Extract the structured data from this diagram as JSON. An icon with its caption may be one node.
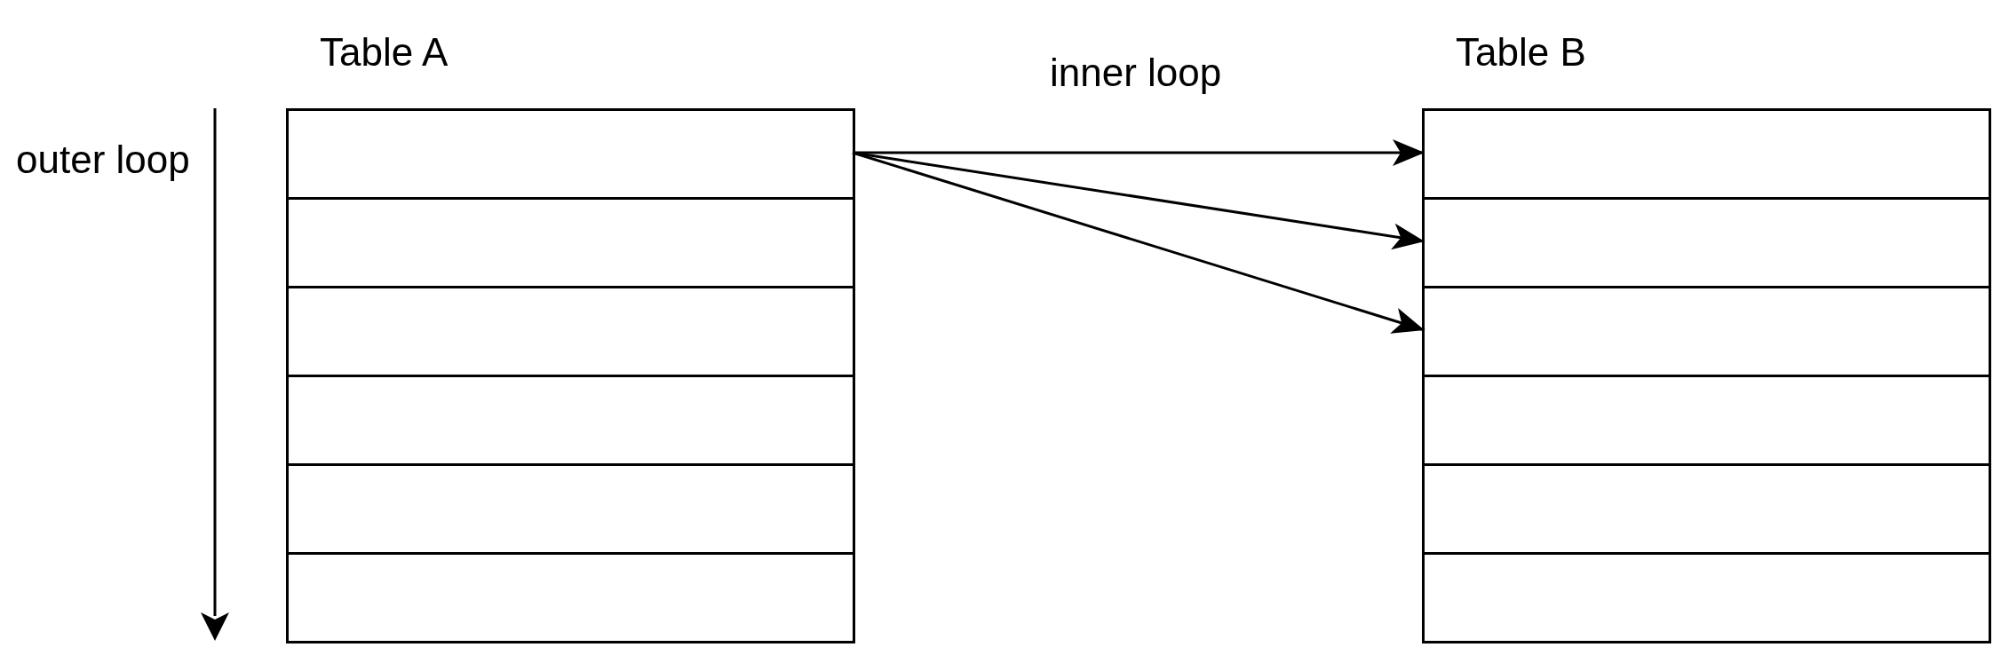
{
  "diagram": {
    "nodes": [
      {
        "text": [
          "Table A"
        ]
      },
      {
        "text": [],
        "shape": "box",
        "in": 0
      },
      {
        "text": [],
        "shape": "box",
        "in": 0
      },
      {
        "text": [],
        "shape": "box",
        "in": 0
      },
      {
        "text": [],
        "shape": "box",
        "in": 0
      },
      {
        "text": [],
        "shape": "box",
        "in": 0
      },
      {
        "text": [],
        "shape": "box",
        "in": 0
      },
      {
        "text": [
          "Table B"
        ]
      },
      {
        "text": [],
        "shape": "box",
        "in": 7
      },
      {
        "text": [],
        "shape": "box",
        "in": 7
      },
      {
        "text": [],
        "shape": "box",
        "in": 7
      },
      {
        "text": [],
        "shape": "box",
        "in": 7
      },
      {
        "text": [],
        "shape": "box",
        "in": 7
      },
      {
        "text": [],
        "shape": "box",
        "in": 7
      }
    ],
    "edges": [
      {
        "from": 1,
        "to": 8,
        "arrow": "to"
      },
      {
        "from": 1,
        "to": 9,
        "arrow": "to"
      },
      {
        "from": 1,
        "to": 10,
        "arrow": "to"
      }
    ],
    "labels": [
      "inner loop",
      "outer loop"
    ]
  }
}
